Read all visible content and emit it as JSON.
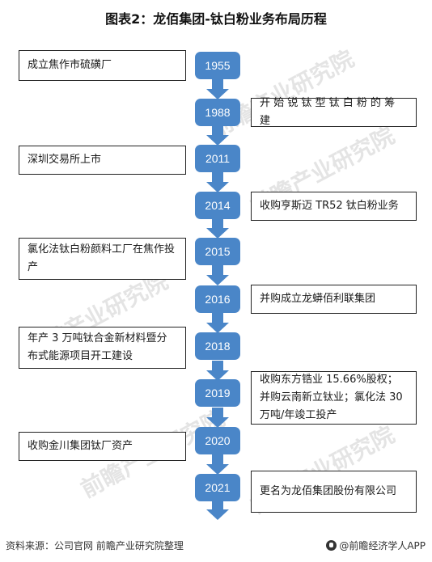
{
  "title": "图表2：龙佰集团-钛白粉业务布局历程",
  "colors": {
    "year_fill": "#4a86c8",
    "box_border": "#222222"
  },
  "milestones": [
    {
      "year": "1955",
      "side": "left",
      "text": "成立焦作市硫磺厂"
    },
    {
      "year": "1988",
      "side": "right",
      "text": "开 始 锐 钛 型 钛 白 粉 的 筹 建"
    },
    {
      "year": "2011",
      "side": "left",
      "text": "深圳交易所上市"
    },
    {
      "year": "2014",
      "side": "right",
      "text": "收购亨斯迈 TR52 钛白粉业务"
    },
    {
      "year": "2015",
      "side": "left",
      "text": "氯化法钛白粉颜料工厂在焦作投产"
    },
    {
      "year": "2016",
      "side": "right",
      "text": "并购成立龙蟒佰利联集团"
    },
    {
      "year": "2018",
      "side": "left",
      "text": "年产 3 万吨钛合金新材料暨分布式能源项目开工建设"
    },
    {
      "year": "2019",
      "side": "right",
      "text": "收购东方锆业 15.66%股权；并购云南新立钛业；氯化法 30 万吨/年竣工投产"
    },
    {
      "year": "2020",
      "side": "left",
      "text": "收购金川集团钛厂资产"
    },
    {
      "year": "2021",
      "side": "right",
      "text": "更名为龙佰集团股份有限公司"
    }
  ],
  "footer": {
    "source": "资料来源：公司官网 前瞻产业研究院整理",
    "brand": "@前瞻经济学人APP"
  },
  "watermark": {
    "text": "前瞻产业研究院"
  }
}
